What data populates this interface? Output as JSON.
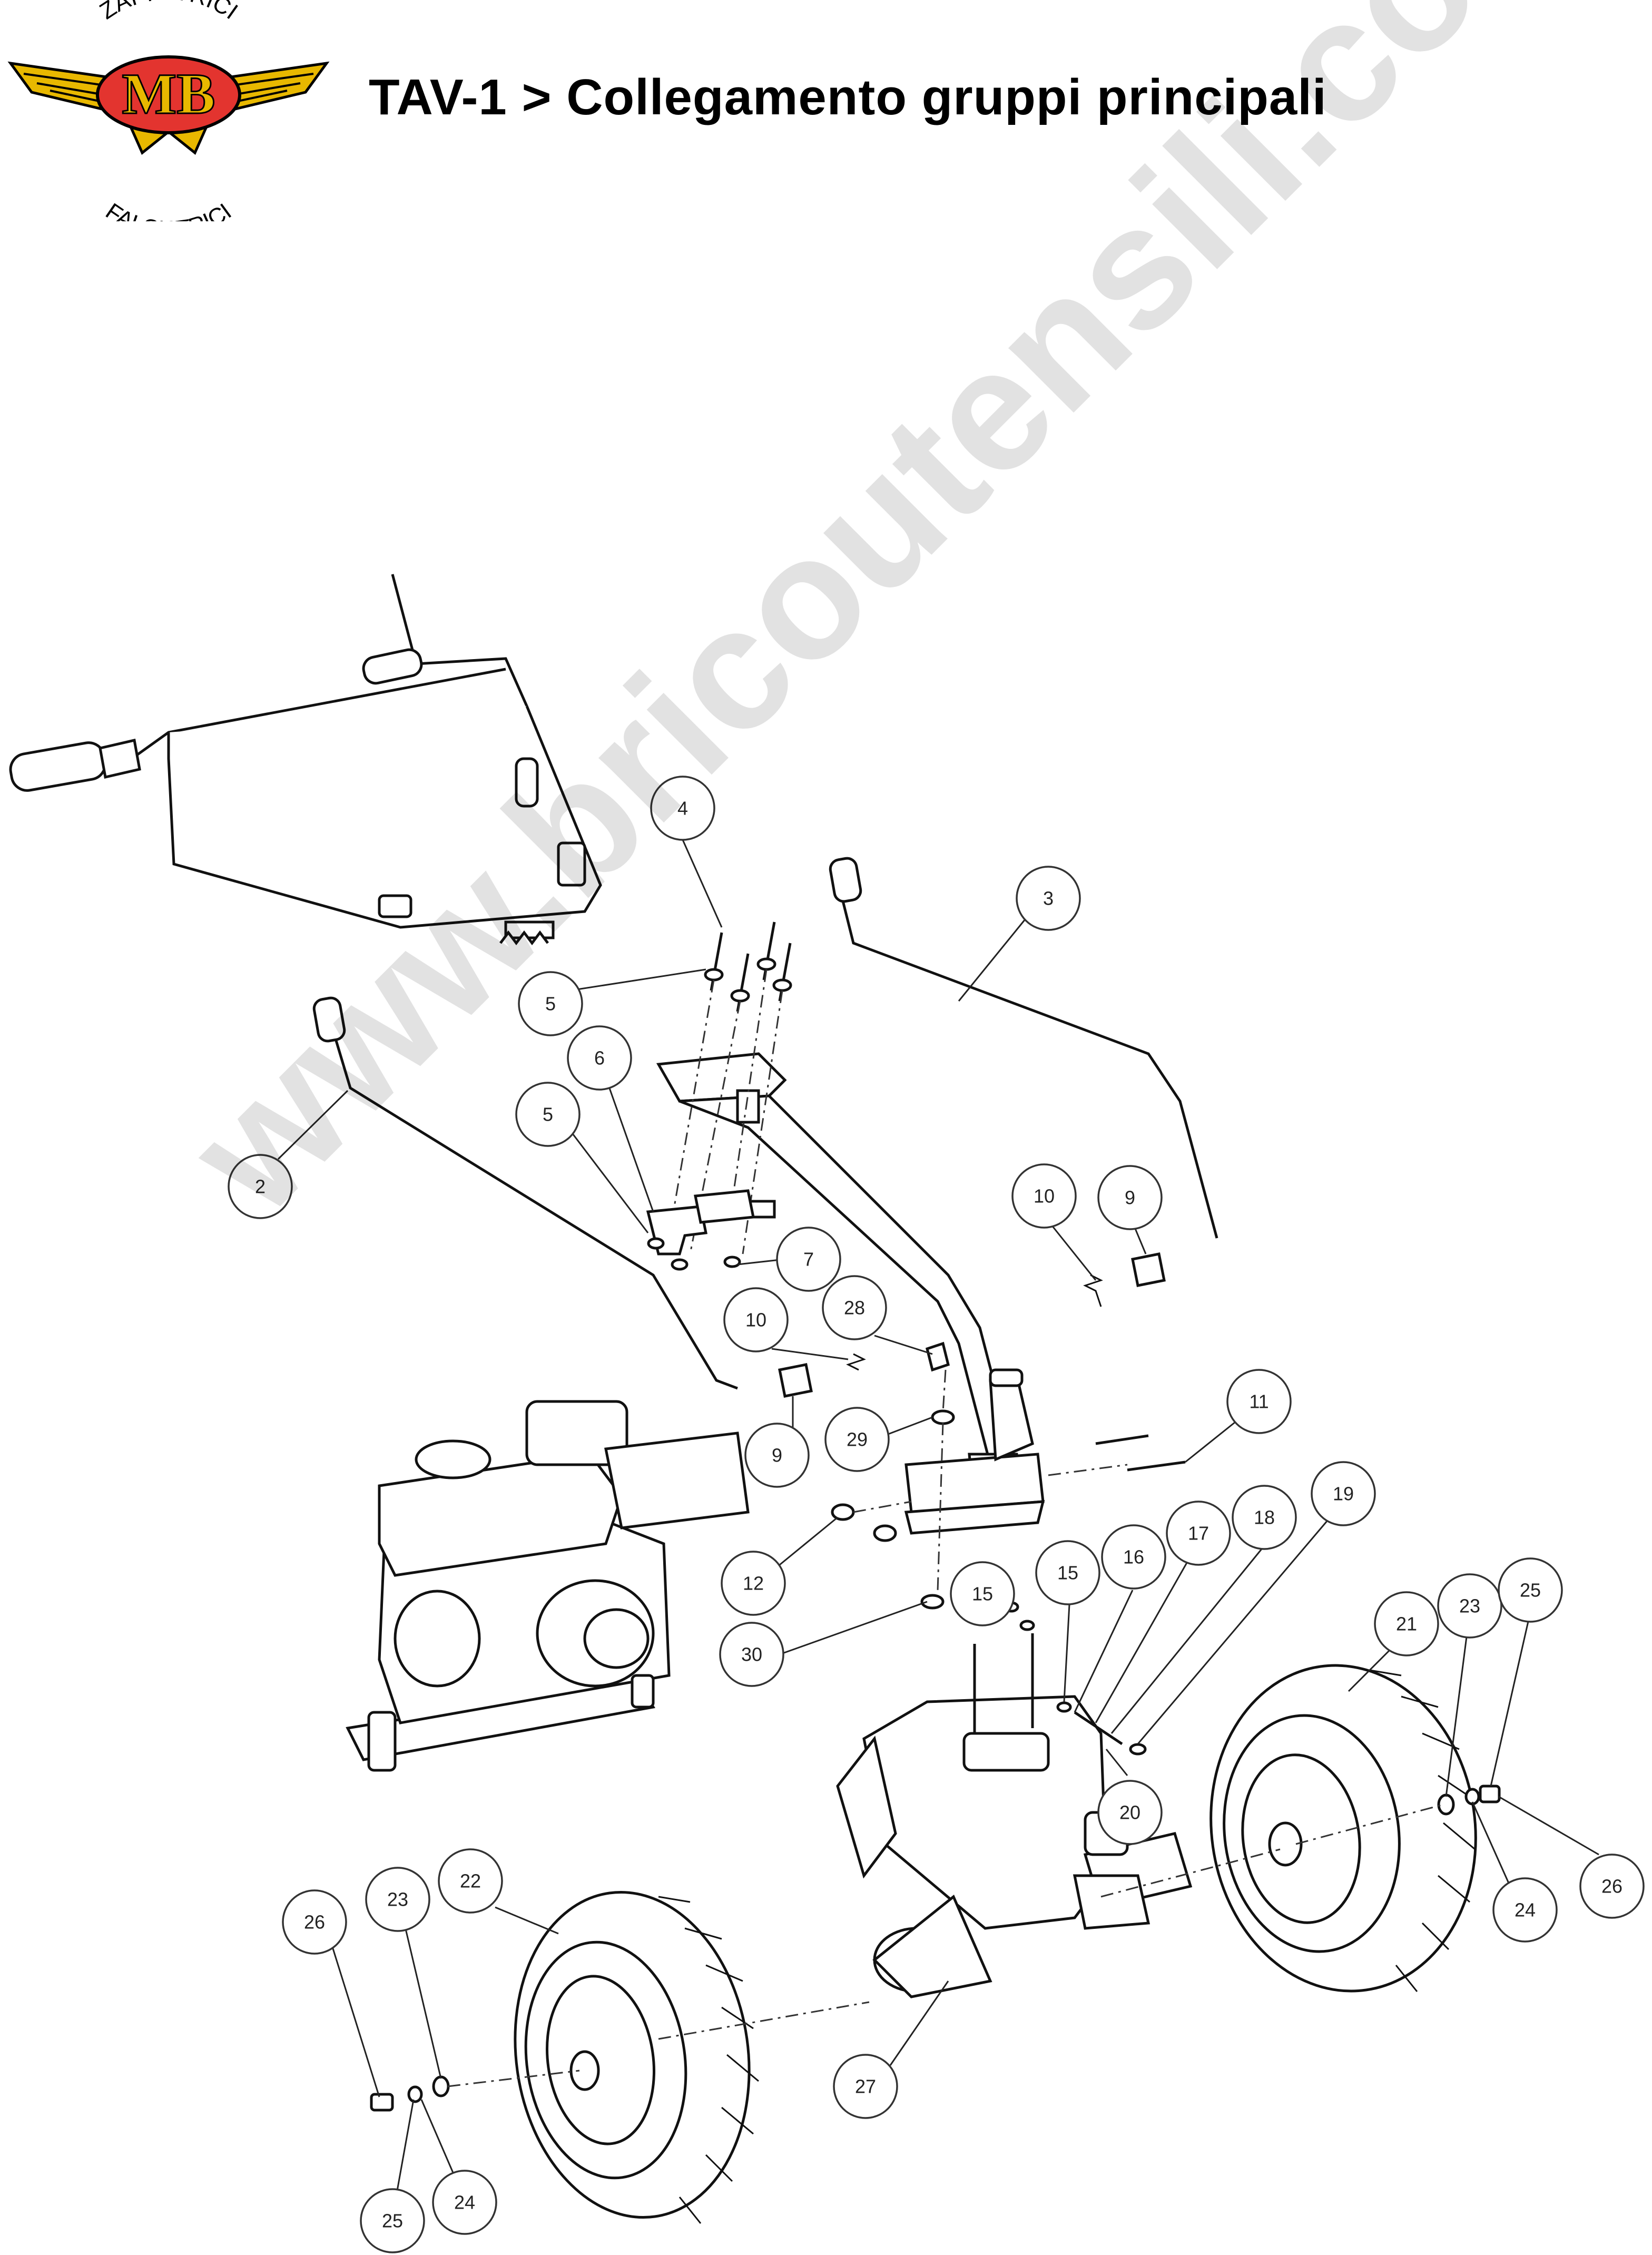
{
  "header": {
    "title": "TAV-1 > Collegamento gruppi principali",
    "logo": {
      "text_top": "ZAPPATRICI",
      "text_center": "MB",
      "text_bottom": "FALCIATRICI",
      "colors": {
        "wing": "#E8B800",
        "badge": "#E3342F",
        "outline": "#000000"
      }
    }
  },
  "watermark": {
    "text": "www.bricoutensili.com"
  },
  "callouts": [
    {
      "id": "c2",
      "label": "2"
    },
    {
      "id": "c3",
      "label": "3"
    },
    {
      "id": "c4",
      "label": "4"
    },
    {
      "id": "c5a",
      "label": "5"
    },
    {
      "id": "c5b",
      "label": "5"
    },
    {
      "id": "c6",
      "label": "6"
    },
    {
      "id": "c7",
      "label": "7"
    },
    {
      "id": "c9a",
      "label": "9"
    },
    {
      "id": "c9b",
      "label": "9"
    },
    {
      "id": "c10a",
      "label": "10"
    },
    {
      "id": "c10b",
      "label": "10"
    },
    {
      "id": "c11",
      "label": "11"
    },
    {
      "id": "c12",
      "label": "12"
    },
    {
      "id": "c15a",
      "label": "15"
    },
    {
      "id": "c15b",
      "label": "15"
    },
    {
      "id": "c16",
      "label": "16"
    },
    {
      "id": "c17",
      "label": "17"
    },
    {
      "id": "c18",
      "label": "18"
    },
    {
      "id": "c19",
      "label": "19"
    },
    {
      "id": "c20",
      "label": "20"
    },
    {
      "id": "c21",
      "label": "21"
    },
    {
      "id": "c22",
      "label": "22"
    },
    {
      "id": "c23a",
      "label": "23"
    },
    {
      "id": "c23b",
      "label": "23"
    },
    {
      "id": "c24a",
      "label": "24"
    },
    {
      "id": "c24b",
      "label": "24"
    },
    {
      "id": "c25a",
      "label": "25"
    },
    {
      "id": "c25b",
      "label": "25"
    },
    {
      "id": "c26a",
      "label": "26"
    },
    {
      "id": "c26b",
      "label": "26"
    },
    {
      "id": "c27",
      "label": "27"
    },
    {
      "id": "c28",
      "label": "28"
    },
    {
      "id": "c29",
      "label": "29"
    },
    {
      "id": "c30",
      "label": "30"
    }
  ]
}
